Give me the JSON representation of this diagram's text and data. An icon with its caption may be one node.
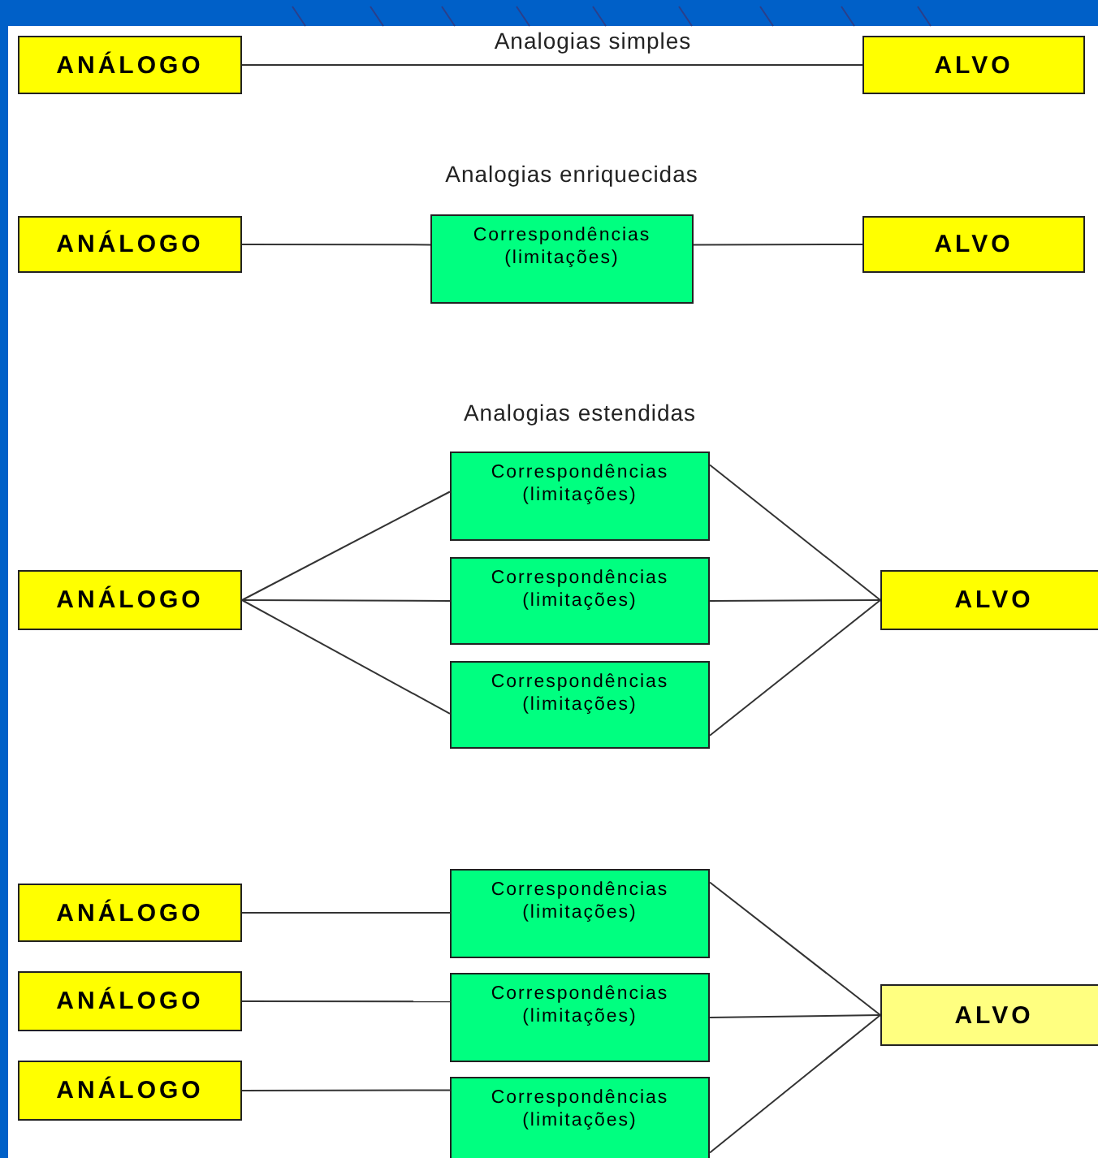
{
  "diagram": {
    "nodes": [
      {
        "text": [
          "ANÁLOGO"
        ]
      },
      {
        "text": [
          "ALVO"
        ]
      },
      {
        "text": [
          "ANÁLOGO"
        ]
      },
      {
        "text": [
          "Correspondências (limitações)"
        ]
      },
      {
        "text": [
          "ALVO"
        ]
      },
      {
        "text": [
          "ANÁLOGO"
        ]
      },
      {
        "text": [
          "Correspondências (limitações)"
        ]
      },
      {
        "text": [
          "Correspondências (limitações)"
        ]
      },
      {
        "text": [
          "Correspondências (limitações)"
        ]
      },
      {
        "text": [
          "ALVO"
        ]
      },
      {
        "text": [
          "ANÁLOGO"
        ]
      },
      {
        "text": [
          "ANÁLOGO"
        ]
      },
      {
        "text": [
          "ANÁLOGO"
        ]
      },
      {
        "text": [
          "Correspondências (limitações)"
        ]
      },
      {
        "text": [
          "Correspondências (limitações)"
        ]
      },
      {
        "text": [
          "Correspondências (limitações)"
        ]
      },
      {
        "text": [
          "ALVO"
        ]
      }
    ],
    "edges": [
      {
        "from": 0,
        "to": 1,
        "arrow": "none"
      },
      {
        "from": 2,
        "to": 3,
        "arrow": "none"
      },
      {
        "from": 3,
        "to": 4,
        "arrow": "none"
      },
      {
        "from": 5,
        "to": 6,
        "arrow": "none"
      },
      {
        "from": 5,
        "to": 7,
        "arrow": "none"
      },
      {
        "from": 5,
        "to": 8,
        "arrow": "none"
      },
      {
        "from": 6,
        "to": 9,
        "arrow": "none"
      },
      {
        "from": 7,
        "to": 9,
        "arrow": "none"
      },
      {
        "from": 8,
        "to": 9,
        "arrow": "none"
      },
      {
        "from": 10,
        "to": 13,
        "arrow": "none"
      },
      {
        "from": 11,
        "to": 14,
        "arrow": "none"
      },
      {
        "from": 12,
        "to": 15,
        "arrow": "none"
      },
      {
        "from": 13,
        "to": 16,
        "arrow": "none"
      },
      {
        "from": 14,
        "to": 16,
        "arrow": "none"
      },
      {
        "from": 15,
        "to": 16,
        "arrow": "none"
      }
    ],
    "labels": [
      "Analogias simples",
      "Analogias enriquecidas",
      "Analogias estendidas"
    ]
  }
}
